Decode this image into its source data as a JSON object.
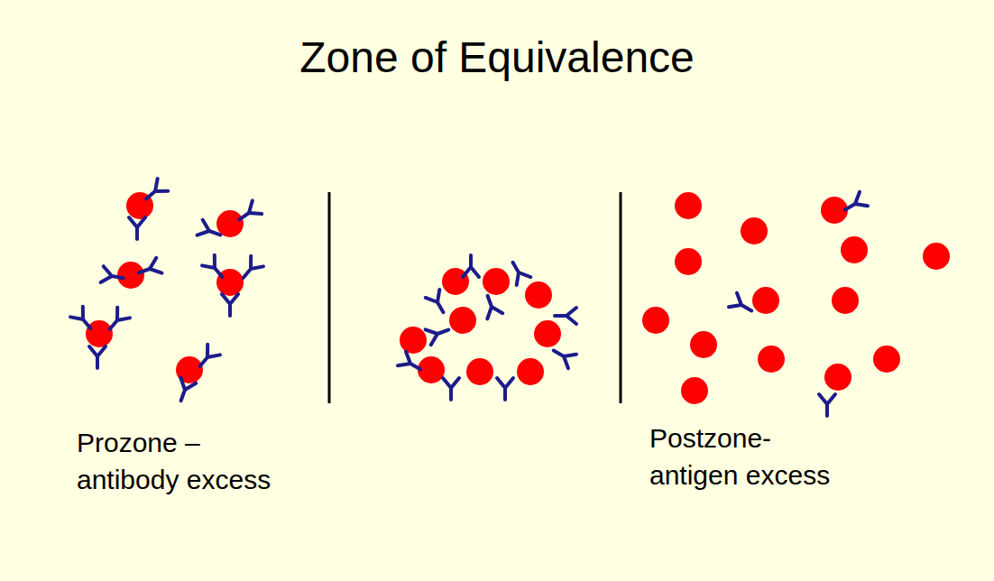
{
  "diagram": {
    "title": "Zone of Equivalence",
    "labels": [
      "Prozone – antibody excess",
      "Postzone- antigen excess"
    ]
  }
}
